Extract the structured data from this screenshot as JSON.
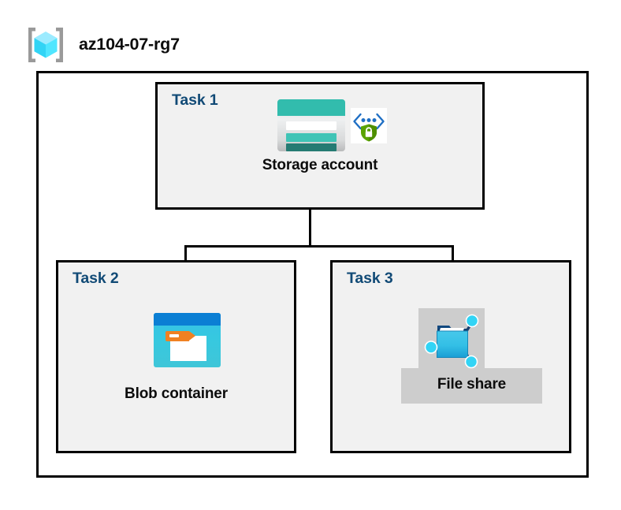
{
  "header": {
    "icon": "resource-group-cube-icon",
    "title": "az104-07-rg7"
  },
  "diagram": {
    "type": "azure-architecture",
    "container_label": "az104-07-rg7",
    "tasks": [
      {
        "id": "task-1",
        "label": "Task 1",
        "node_caption": "Storage account",
        "icons": [
          "storage-account-icon",
          "secure-endpoint-shield-icon"
        ]
      },
      {
        "id": "task-2",
        "label": "Task 2",
        "node_caption": "Blob container",
        "icons": [
          "blob-container-icon"
        ]
      },
      {
        "id": "task-3",
        "label": "Task 3",
        "node_caption": "File share",
        "icons": [
          "file-share-folder-icon"
        ]
      }
    ],
    "connections": [
      {
        "from": "Storage account",
        "to": "Blob container"
      },
      {
        "from": "Storage account",
        "to": "File share"
      }
    ]
  },
  "colors": {
    "task_label": "#114a76",
    "caption": "#0c0c0c",
    "box_border": "#000000",
    "box_fill": "#f1f1f1",
    "highlight_plate": "#cdcdcd",
    "storage_teal": "#32bcad",
    "blob_blue": "#0b7fd4",
    "blob_cyan": "#35c1e8",
    "shield_green": "#57a300",
    "cube_cyan": "#50e6ff"
  }
}
